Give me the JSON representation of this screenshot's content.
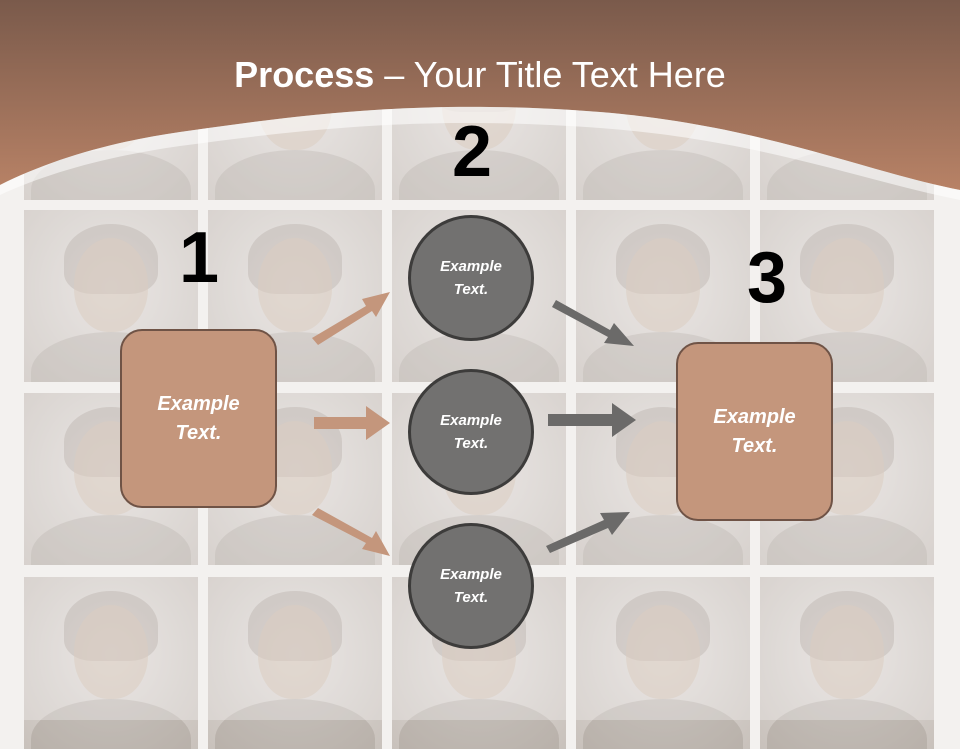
{
  "slide": {
    "title_bold": "Process",
    "title_rest": " – Your Title Text Here"
  },
  "steps": {
    "step1": {
      "number": "1",
      "text_line1": "Example",
      "text_line2": "Text."
    },
    "step2": {
      "number": "2"
    },
    "step3": {
      "number": "3",
      "text_line1": "Example",
      "text_line2": "Text."
    }
  },
  "circles": [
    {
      "line1": "Example",
      "line2": "Text."
    },
    {
      "line1": "Example",
      "line2": "Text."
    },
    {
      "line1": "Example",
      "line2": "Text."
    }
  ],
  "colors": {
    "header_dark": "#7a5a4b",
    "header_light": "#b88266",
    "box_fill": "#c4967c",
    "circle_fill": "#727170",
    "arrow_brown": "#c4967c",
    "arrow_gray": "#6b6a69"
  },
  "background": {
    "description_icon": "people-portrait-grid"
  }
}
